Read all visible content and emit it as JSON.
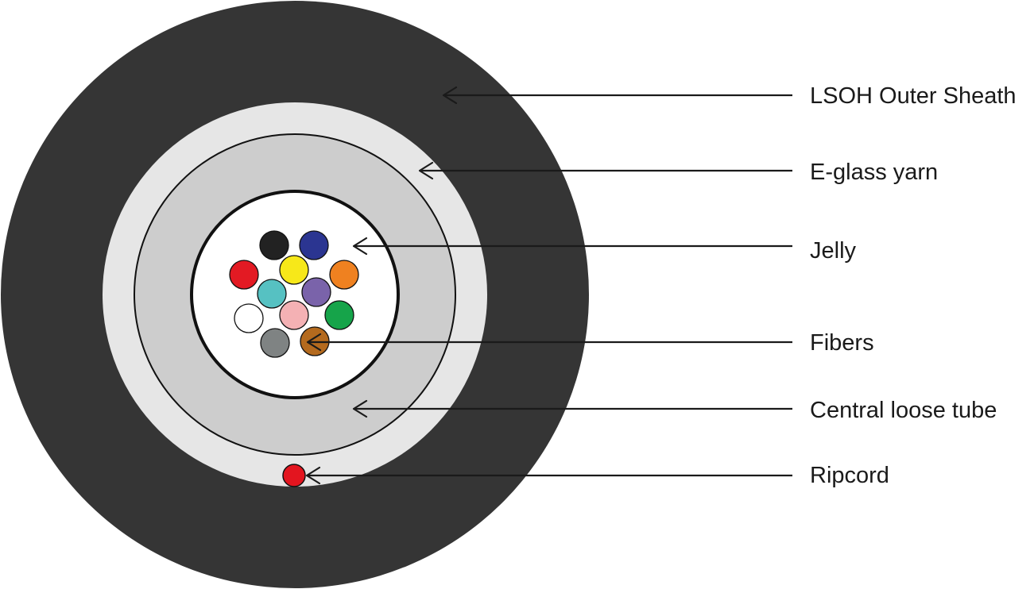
{
  "labels": {
    "outer_sheath": "LSOH Outer Sheath",
    "eglass_yarn": "E-glass yarn",
    "jelly": "Jelly",
    "fibers": "Fibers",
    "loose_tube": "Central loose tube",
    "ripcord": "Ripcord"
  },
  "colors": {
    "outer_sheath": "#353535",
    "eglass_yarn": "#e6e6e6",
    "loose_tube": "#cdcdcd",
    "jelly": "#ffffff",
    "ripcord": "#e3151f",
    "outline": "#111111"
  },
  "fibers": [
    {
      "name": "black",
      "color": "#222222"
    },
    {
      "name": "blue",
      "color": "#2b3591"
    },
    {
      "name": "red",
      "color": "#e31a23"
    },
    {
      "name": "yellow",
      "color": "#f7e819"
    },
    {
      "name": "orange",
      "color": "#ef8120"
    },
    {
      "name": "aqua",
      "color": "#56c1c2"
    },
    {
      "name": "violet",
      "color": "#7a63aa"
    },
    {
      "name": "white",
      "color": "#ffffff"
    },
    {
      "name": "rose",
      "color": "#f4b1b4"
    },
    {
      "name": "green",
      "color": "#16a44a"
    },
    {
      "name": "slate",
      "color": "#7f8383"
    },
    {
      "name": "brown",
      "color": "#b46a1e"
    }
  ]
}
